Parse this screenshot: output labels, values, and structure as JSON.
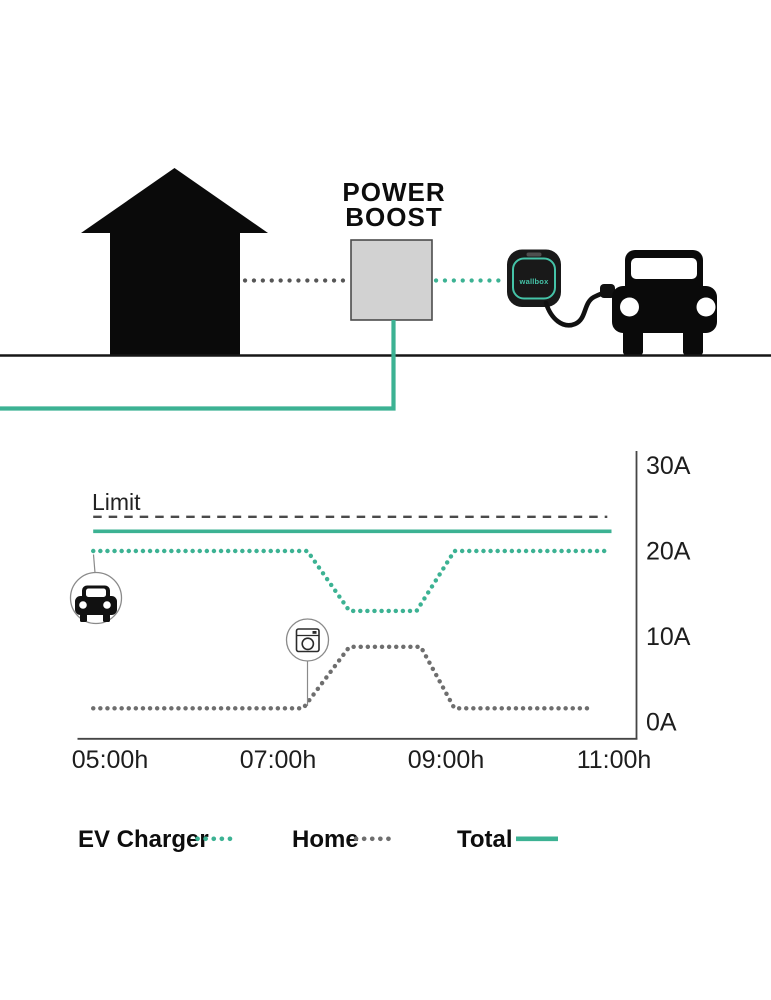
{
  "colors": {
    "accent_teal": "#3cb293",
    "home_gray": "#6e6e6e",
    "limit_gray": "#4a4a4a",
    "connector_gray": "#565656",
    "meter_box_fill": "#d2d2d2",
    "device_black": "#191919",
    "device_ring_teal": "#45c4a8"
  },
  "diagram": {
    "title_line1": "POWER",
    "title_line2": "BOOST",
    "device_brand": "wallbox",
    "icons": [
      "house-icon",
      "meter-box",
      "wallbox-charger-icon",
      "car-icon",
      "ground-line",
      "grid-supply-line"
    ]
  },
  "chart_data": {
    "type": "line",
    "x_unit": "time of day (hours)",
    "y_unit": "current (A)",
    "x_range": [
      4.6,
      11.2
    ],
    "y_range": [
      0,
      30
    ],
    "grid": false,
    "y_axis_side": "right",
    "x_ticks": [
      {
        "value": 5,
        "label": "05:00h"
      },
      {
        "value": 7,
        "label": "07:00h"
      },
      {
        "value": 9,
        "label": "09:00h"
      },
      {
        "value": 11,
        "label": "11:00h"
      }
    ],
    "y_ticks": [
      {
        "value": 30,
        "label": "30A"
      },
      {
        "value": 20,
        "label": "20A"
      },
      {
        "value": 10,
        "label": "10A"
      },
      {
        "value": 0,
        "label": "0A"
      }
    ],
    "limit": {
      "label": "Limit",
      "amps": 24,
      "style": "dashed"
    },
    "series": [
      {
        "name": "EV Charger",
        "style": "dotted",
        "color": "#3cb293",
        "points": [
          [
            4.8,
            20
          ],
          [
            7.35,
            20
          ],
          [
            7.85,
            13
          ],
          [
            8.65,
            13
          ],
          [
            9.1,
            20
          ],
          [
            10.95,
            20
          ]
        ]
      },
      {
        "name": "Home",
        "style": "dotted",
        "color": "#6e6e6e",
        "points": [
          [
            4.8,
            1.6
          ],
          [
            7.3,
            1.6
          ],
          [
            7.85,
            8.8
          ],
          [
            8.7,
            8.8
          ],
          [
            9.1,
            1.6
          ],
          [
            10.75,
            1.6
          ]
        ]
      },
      {
        "name": "Total",
        "style": "solid",
        "color": "#3cb293",
        "points": [
          [
            4.8,
            22.3
          ],
          [
            10.97,
            22.3
          ]
        ]
      }
    ],
    "annotations": [
      {
        "icon": "car-icon",
        "series": "EV Charger",
        "at_hour": 4.83
      },
      {
        "icon": "washing-machine-icon",
        "series": "Home",
        "at_hour": 7.35
      }
    ],
    "legend_position": "bottom"
  }
}
